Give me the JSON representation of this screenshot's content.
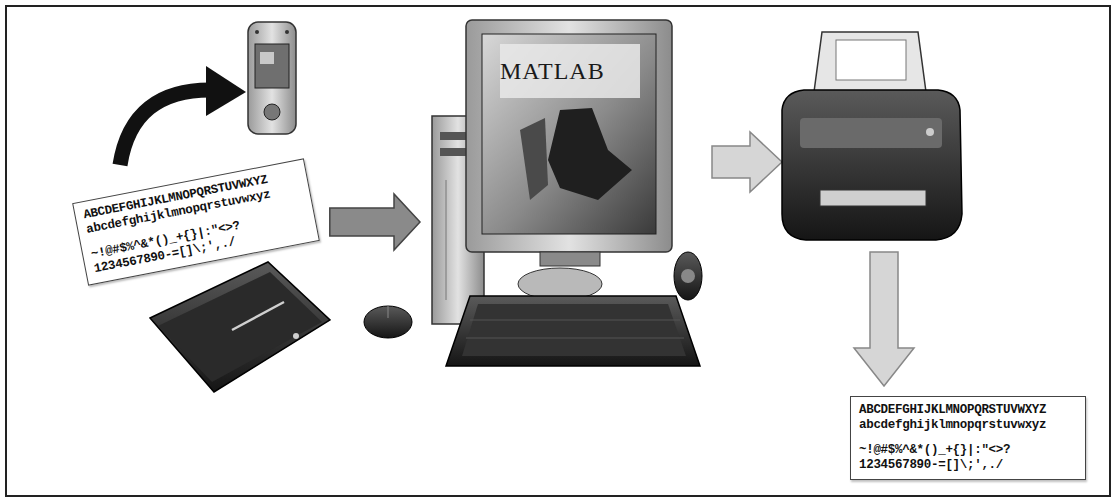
{
  "diagram": {
    "nodes": [
      {
        "text": [
          "ABCDEFGHIJKLMNOPQRSTUVWXYZ",
          "abcdefghijklmnopqrstuvwxyz",
          "~!@#$%^&*()_+{}|:\"<>?",
          "1234567890-=[]\\;',./"
        ]
      },
      {
        "text": [
          "MATLAB"
        ]
      },
      {
        "text": [
          "ABCDEFGHIJKLMNOPQRSTUVWXYZ",
          "abcdefghijklmnopqrstuvwxyz",
          "~!@#$%^&*()_+{}|:\"<>?",
          "1234567890-=[]\\;',./"
        ]
      }
    ],
    "edges": [
      {
        "from": 0,
        "to": 1,
        "arrow": "to"
      }
    ]
  }
}
